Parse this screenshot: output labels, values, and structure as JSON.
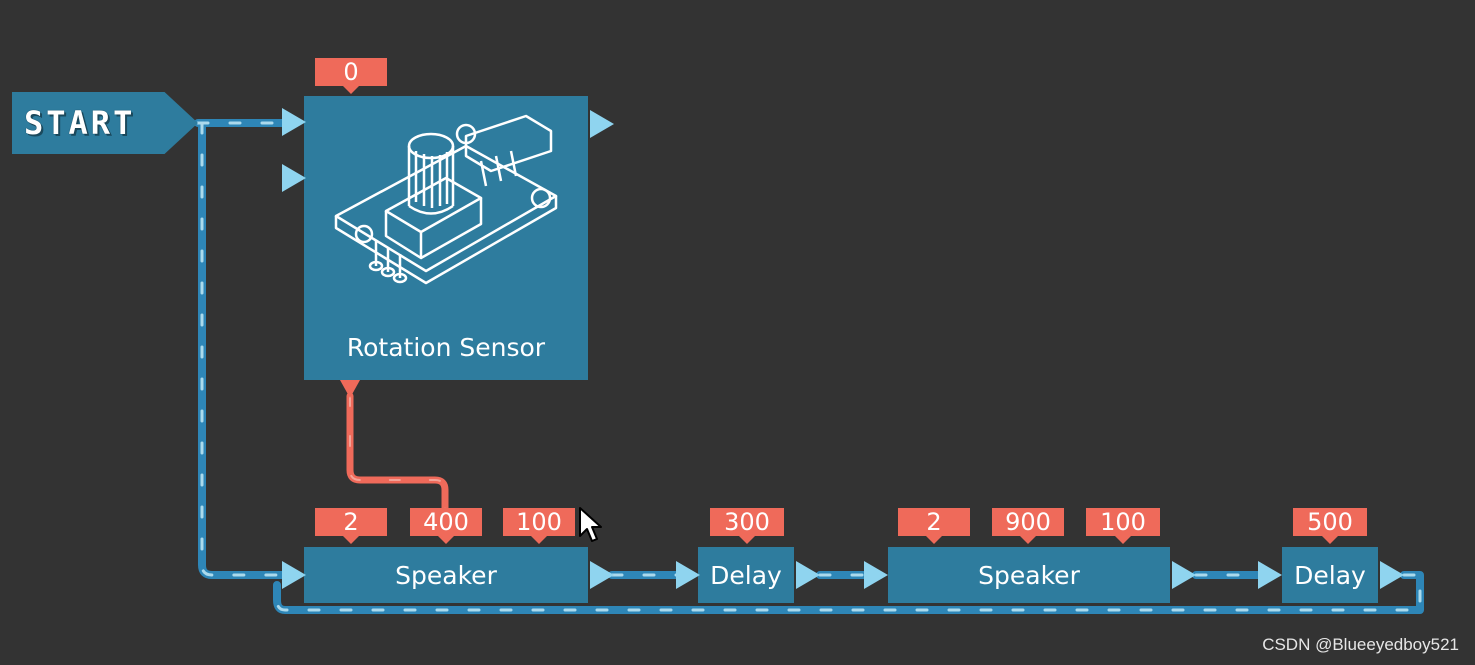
{
  "colors": {
    "background": "#333333",
    "block": "#2e7c9e",
    "param": "#ef6a5a",
    "port": "#8fd4ef",
    "wire": "#2e86b7",
    "data_wire": "#ef6a5a"
  },
  "start": {
    "label": "START"
  },
  "rotation_sensor": {
    "label": "Rotation Sensor",
    "param": "0",
    "icon": "rotation-sensor-icon"
  },
  "blocks": [
    {
      "label": "Speaker",
      "params": [
        "2",
        "400",
        "100"
      ]
    },
    {
      "label": "Delay",
      "params": [
        "300"
      ]
    },
    {
      "label": "Speaker",
      "params": [
        "2",
        "900",
        "100"
      ]
    },
    {
      "label": "Delay",
      "params": [
        "500"
      ]
    }
  ],
  "watermark": "CSDN @Blueeyedboy521"
}
